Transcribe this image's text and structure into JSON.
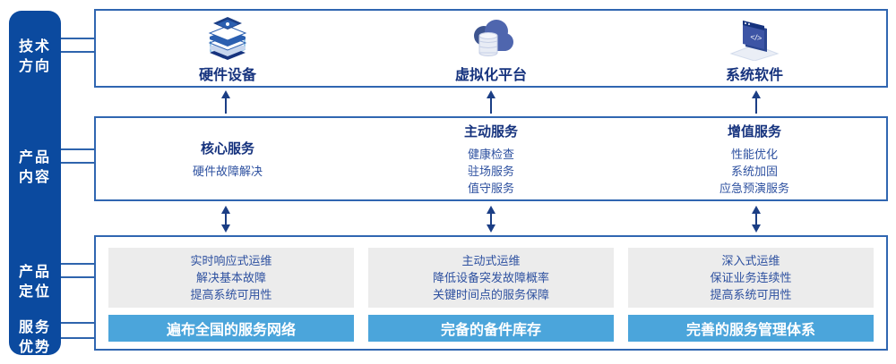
{
  "sidebar": {
    "labels": [
      {
        "line1": "技术",
        "line2": "方向"
      },
      {
        "line1": "产品",
        "line2": "内容"
      },
      {
        "line1": "产品",
        "line2": "定位"
      },
      {
        "line1": "服务",
        "line2": "优势"
      }
    ]
  },
  "tech_row": {
    "items": [
      {
        "icon": "server-stack-icon",
        "label": "硬件设备"
      },
      {
        "icon": "cloud-database-icon",
        "label": "虚拟化平台"
      },
      {
        "icon": "software-window-icon",
        "label": "系统软件"
      }
    ]
  },
  "services_row": {
    "columns": [
      {
        "title": "核心服务",
        "items": [
          "硬件故障解决"
        ]
      },
      {
        "title": "主动服务",
        "items": [
          "健康检查",
          "驻场服务",
          "值守服务"
        ]
      },
      {
        "title": "增值服务",
        "items": [
          "性能优化",
          "系统加固",
          "应急预演服务"
        ]
      }
    ]
  },
  "positioning_row": {
    "columns": [
      {
        "points": [
          "实时响应式运维",
          "解决基本故障",
          "提高系统可用性"
        ],
        "banner": "遍布全国的服务网络"
      },
      {
        "points": [
          "主动式运维",
          "降低设备突发故障概率",
          "关键时间点的服务保障"
        ],
        "banner": "完备的备件库存"
      },
      {
        "points": [
          "深入式运维",
          "保证业务连续性",
          "提高系统可用性"
        ],
        "banner": "完善的服务管理体系"
      }
    ]
  },
  "colors": {
    "sidebar_blue": "#0B4A9F",
    "panel_border_blue": "#3066B1",
    "heading_navy": "#16337E",
    "body_navy": "#2E51A0",
    "panel_gray": "#ECECEC",
    "banner_blue": "#4BA5DB",
    "arrow_navy": "#1B3E85",
    "connector_blue": "#2E64AD"
  }
}
